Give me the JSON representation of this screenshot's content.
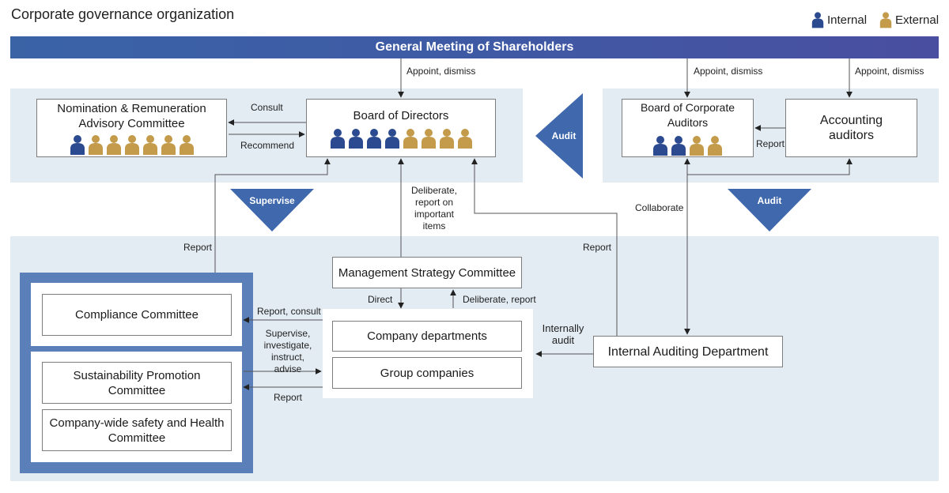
{
  "title": "Corporate governance organization",
  "legend": {
    "internal": "Internal",
    "external": "External",
    "internal_color": "#2b4a8f",
    "external_color": "#c39b4a"
  },
  "gms": "General Meeting of Shareholders",
  "nomination": {
    "line1": "Nomination & Remuneration",
    "line2": "Advisory Committee",
    "members": [
      "internal",
      "external",
      "external",
      "external",
      "external",
      "external",
      "external"
    ]
  },
  "board": {
    "title": "Board of Directors",
    "members": [
      "internal",
      "internal",
      "internal",
      "internal",
      "external",
      "external",
      "external",
      "external"
    ]
  },
  "auditors": {
    "title": "Board of Corporate Auditors",
    "members": [
      "internal",
      "internal",
      "external",
      "external"
    ]
  },
  "accounting": {
    "line1": "Accounting",
    "line2": "auditors"
  },
  "msc": "Management Strategy Committee",
  "company_departments": "Company departments",
  "group_companies": "Group companies",
  "internal_audit_dept": "Internal Auditing Department",
  "compliance": "Compliance Committee",
  "sustainability": {
    "line1": "Sustainability Promotion",
    "line2": "Committee"
  },
  "safety": {
    "line1": "Company-wide safety and Health",
    "line2": "Committee"
  },
  "triangles": {
    "audit_left": "Audit",
    "supervise": "Supervise",
    "audit_right": "Audit"
  },
  "labels": {
    "appoint1": "Appoint, dismiss",
    "appoint2": "Appoint, dismiss",
    "appoint3": "Appoint, dismiss",
    "consult": "Consult",
    "recommend": "Recommend",
    "report_accounting": "Report",
    "deliberate_1": "Deliberate,",
    "deliberate_2": "report on",
    "deliberate_3": "important",
    "deliberate_4": "items",
    "collaborate": "Collaborate",
    "report_left": "Report",
    "report_right": "Report",
    "direct": "Direct",
    "deliberate_report": "Deliberate, report",
    "report_consult": "Report, consult",
    "supervise_1": "Supervise,",
    "supervise_2": "investigate,",
    "supervise_3": "instruct, advise",
    "report_bottom": "Report",
    "internally_1": "Internally",
    "internally_2": "audit"
  }
}
